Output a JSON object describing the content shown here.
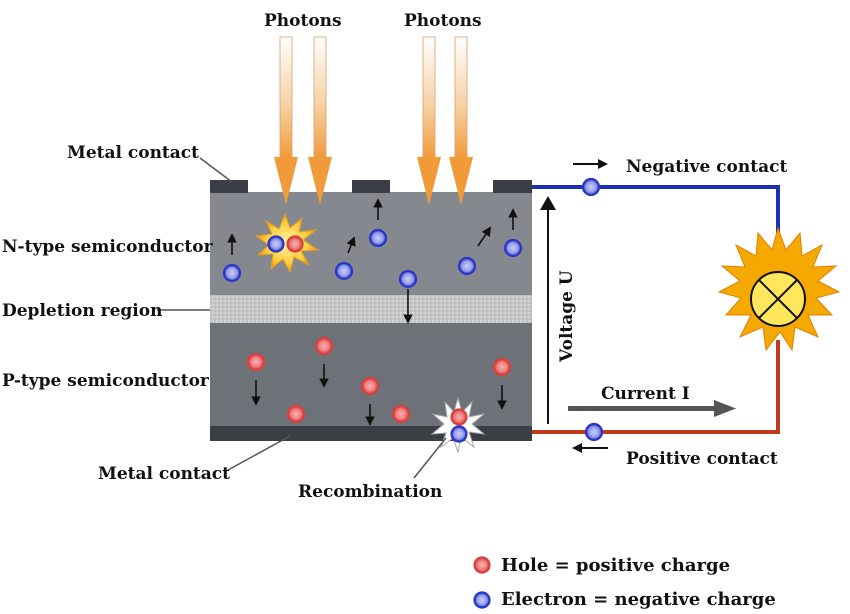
{
  "labels": {
    "photons_1": "Photons",
    "photons_2": "Photons",
    "metal_contact_top": "Metal contact",
    "n_type": "N-type semiconductor",
    "depletion": "Depletion region",
    "p_type": "P-type semiconductor",
    "metal_contact_bottom": "Metal contact",
    "recombination": "Recombination",
    "negative_contact": "Negative contact",
    "positive_contact": "Positive contact",
    "voltage": "Voltage U",
    "current": "Current I"
  },
  "legend": {
    "hole": "Hole = positive charge",
    "electron": "Electron = negative charge"
  },
  "colors": {
    "n_layer": "#85898f",
    "p_layer": "#6d7178",
    "depletion": "#c3c3c3",
    "contact": "#3b3e44",
    "hole": "#d94040",
    "electron": "#2a36c4",
    "negative_wire": "#1f2fb4",
    "positive_wire": "#c23a1e",
    "photon_arrow": "#f0a040",
    "lamp_burst": "#f5a800",
    "lamp_core": "#ffe65a"
  },
  "icons": {
    "lamp": "light-bulb-icon",
    "photon": "photon-arrow-icon",
    "hole": "hole-particle-icon",
    "electron": "electron-particle-icon"
  }
}
